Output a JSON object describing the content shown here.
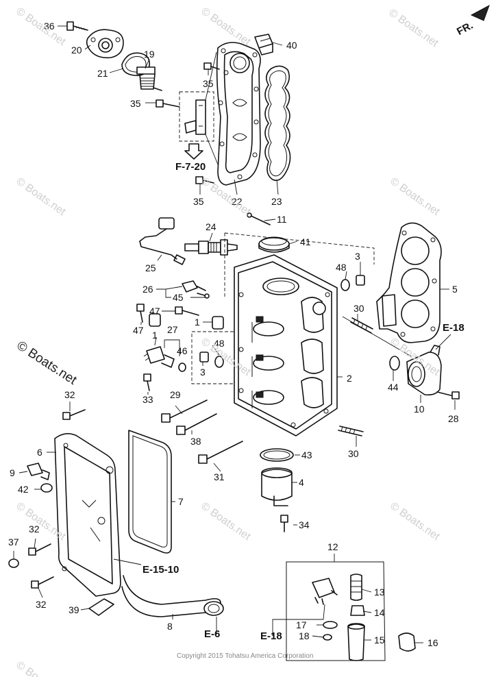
{
  "callouts": {
    "c1a": "1",
    "c1b": "1",
    "c2": "2",
    "c3a": "3",
    "c3b": "3",
    "c4": "4",
    "c5": "5",
    "c6": "6",
    "c7": "7",
    "c8": "8",
    "c9": "9",
    "c10": "10",
    "c11": "11",
    "c12": "12",
    "c13": "13",
    "c14": "14",
    "c15": "15",
    "c16": "16",
    "c17": "17",
    "c18": "18",
    "c19": "19",
    "c20": "20",
    "c21": "21",
    "c22": "22",
    "c23": "23",
    "c24": "24",
    "c25": "25",
    "c26": "26",
    "c27": "27",
    "c28": "28",
    "c29": "29",
    "c30a": "30",
    "c30b": "30",
    "c31": "31",
    "c32a": "32",
    "c32b": "32",
    "c32c": "32",
    "c33": "33",
    "c34": "34",
    "c35a": "35",
    "c35b": "35",
    "c35c": "35",
    "c36": "36",
    "c37": "37",
    "c38": "38",
    "c39": "39",
    "c40": "40",
    "c41": "41",
    "c42": "42",
    "c43": "43",
    "c44": "44",
    "c45": "45",
    "c46": "46",
    "c47a": "47",
    "c47b": "47",
    "c48a": "48",
    "c48b": "48"
  },
  "references": {
    "f720": "F-7-20",
    "e18a": "E-18",
    "e18b": "E-18",
    "e1510": "E-15-10",
    "e6": "E-6"
  },
  "front_marker": "FR.",
  "watermarks": [
    "© Boats.net"
  ],
  "big_watermark": "© Boats.net",
  "copyright": "Copyright 2015 Tohatsu America Corporation"
}
